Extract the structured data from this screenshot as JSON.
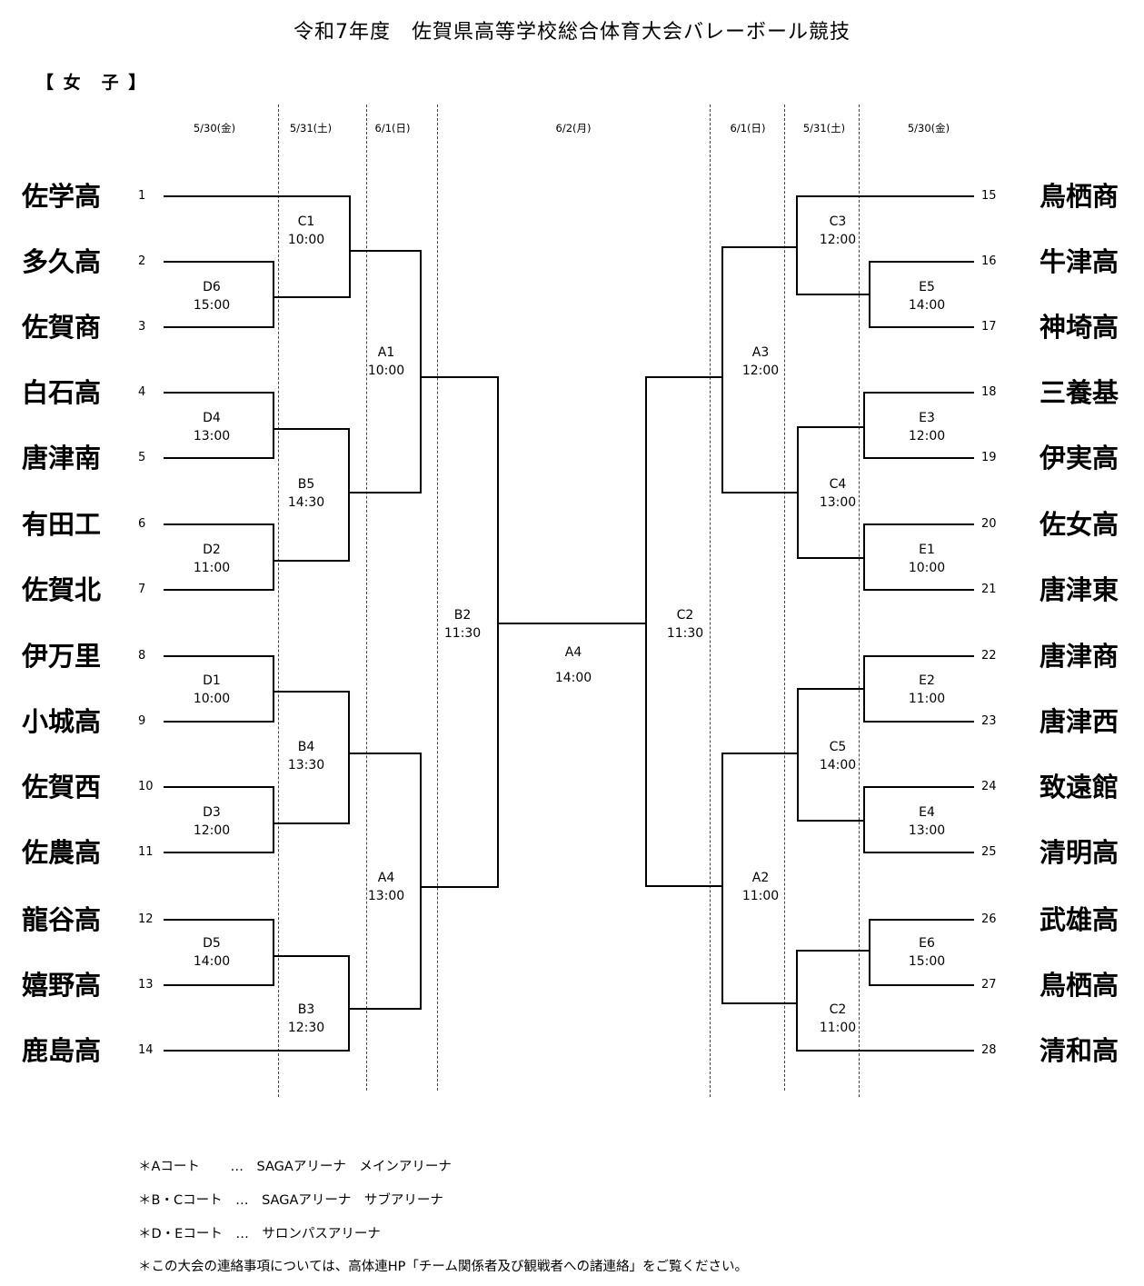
{
  "title": "令和7年度　佐賀県高等学校総合体育大会バレーボール競技",
  "section": "【 女　子 】",
  "dates": {
    "left": [
      "5/30(金)",
      "5/31(土)",
      "6/1(日)"
    ],
    "center": "6/2(月)",
    "right": [
      "6/1(日)",
      "5/31(土)",
      "5/30(金)"
    ]
  },
  "left_teams": [
    {
      "seed": "1",
      "name": "佐学高"
    },
    {
      "seed": "2",
      "name": "多久高"
    },
    {
      "seed": "3",
      "name": "佐賀商"
    },
    {
      "seed": "4",
      "name": "白石高"
    },
    {
      "seed": "5",
      "name": "唐津南"
    },
    {
      "seed": "6",
      "name": "有田工"
    },
    {
      "seed": "7",
      "name": "佐賀北"
    },
    {
      "seed": "8",
      "name": "伊万里"
    },
    {
      "seed": "9",
      "name": "小城高"
    },
    {
      "seed": "10",
      "name": "佐賀西"
    },
    {
      "seed": "11",
      "name": "佐農高"
    },
    {
      "seed": "12",
      "name": "龍谷高"
    },
    {
      "seed": "13",
      "name": "嬉野高"
    },
    {
      "seed": "14",
      "name": "鹿島高"
    }
  ],
  "right_teams": [
    {
      "seed": "15",
      "name": "鳥栖商"
    },
    {
      "seed": "16",
      "name": "牛津高"
    },
    {
      "seed": "17",
      "name": "神埼高"
    },
    {
      "seed": "18",
      "name": "三養基"
    },
    {
      "seed": "19",
      "name": "伊実高"
    },
    {
      "seed": "20",
      "name": "佐女高"
    },
    {
      "seed": "21",
      "name": "唐津東"
    },
    {
      "seed": "22",
      "name": "唐津商"
    },
    {
      "seed": "23",
      "name": "唐津西"
    },
    {
      "seed": "24",
      "name": "致遠館"
    },
    {
      "seed": "25",
      "name": "清明高"
    },
    {
      "seed": "26",
      "name": "武雄高"
    },
    {
      "seed": "27",
      "name": "鳥栖高"
    },
    {
      "seed": "28",
      "name": "清和高"
    }
  ],
  "matches": {
    "D6": {
      "code": "D6",
      "time": "15:00"
    },
    "D4": {
      "code": "D4",
      "time": "13:00"
    },
    "D2": {
      "code": "D2",
      "time": "11:00"
    },
    "D1": {
      "code": "D1",
      "time": "10:00"
    },
    "D3": {
      "code": "D3",
      "time": "12:00"
    },
    "D5": {
      "code": "D5",
      "time": "14:00"
    },
    "C1": {
      "code": "C1",
      "time": "10:00"
    },
    "B5": {
      "code": "B5",
      "time": "14:30"
    },
    "B4": {
      "code": "B4",
      "time": "13:30"
    },
    "B3": {
      "code": "B3",
      "time": "12:30"
    },
    "A1": {
      "code": "A1",
      "time": "10:00"
    },
    "A4L": {
      "code": "A4",
      "time": "13:00"
    },
    "B2": {
      "code": "B2",
      "time": "11:30"
    },
    "final": {
      "code": "A4",
      "time": "14:00"
    },
    "C2top": {
      "code": "C2",
      "time": "11:30"
    },
    "A3": {
      "code": "A3",
      "time": "12:00"
    },
    "A2": {
      "code": "A2",
      "time": "11:00"
    },
    "C3": {
      "code": "C3",
      "time": "12:00"
    },
    "C4": {
      "code": "C4",
      "time": "13:00"
    },
    "C5": {
      "code": "C5",
      "time": "14:00"
    },
    "C2bot": {
      "code": "C2",
      "time": "11:00"
    },
    "E5": {
      "code": "E5",
      "time": "14:00"
    },
    "E3": {
      "code": "E3",
      "time": "12:00"
    },
    "E1": {
      "code": "E1",
      "time": "10:00"
    },
    "E2": {
      "code": "E2",
      "time": "11:00"
    },
    "E4": {
      "code": "E4",
      "time": "13:00"
    },
    "E6": {
      "code": "E6",
      "time": "15:00"
    }
  },
  "notes": [
    "＊Aコート　　 …　SAGAアリーナ　メインアリーナ",
    "＊B・Cコート　…　SAGAアリーナ　サブアリーナ",
    "＊D・Eコート　…　サロンパスアリーナ",
    "＊この大会の連絡事項については、高体連HP「チーム関係者及び観戦者への諸連絡」をご覧ください。"
  ]
}
